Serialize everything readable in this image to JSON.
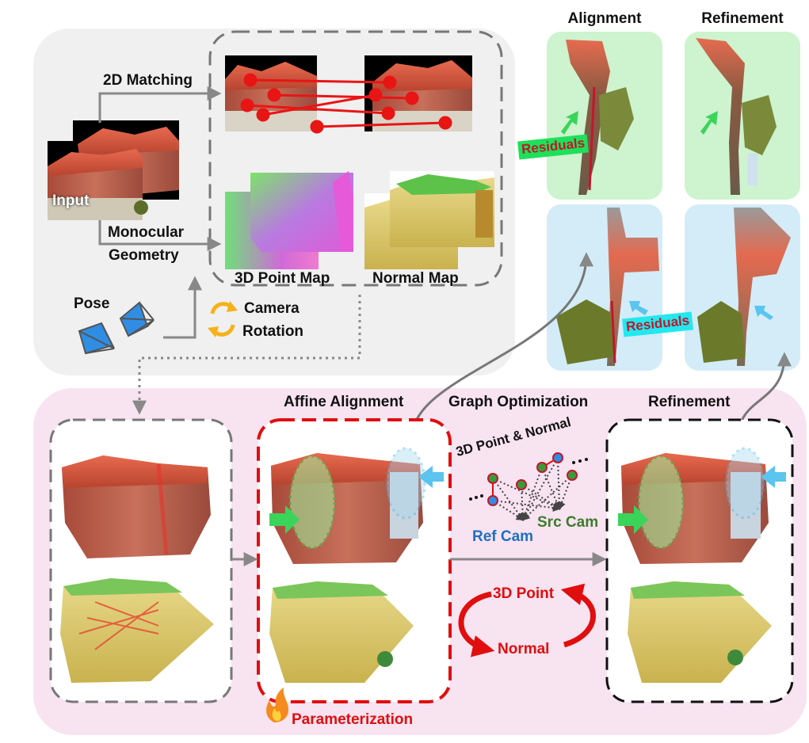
{
  "colors": {
    "gray_panel": "#f0f0f0",
    "pink_panel": "#f8e3f1",
    "green_panel": "#cdf3cf",
    "blue_panel": "#d3ecf8",
    "red_match": "#e81515",
    "red_text": "#e00e0e",
    "blue_cam": "#2f8de4",
    "ref_cam_text": "#1f6fbf",
    "src_cam_text": "#3a7d2a",
    "green_arrow": "#3bd45a",
    "blue_arrow": "#5bc4ef",
    "orange_icon": "#f6b21a"
  },
  "icons": [
    "fire-icon",
    "rotation-icon",
    "camera-frustum-icon",
    "green-arrow-icon",
    "blue-arrow-icon"
  ],
  "labels": {
    "matching_2d": "2D Matching",
    "input": "Input",
    "monocular": "Monocular",
    "geometry": "Geometry",
    "point_map": "3D Point Map",
    "normal_map": "Normal Map",
    "pose": "Pose",
    "camera": "Camera",
    "rotation": "Rotation",
    "alignment": "Alignment",
    "refinement_top": "Refinement",
    "residuals": "Residuals",
    "affine_alignment": "Affine Alignment",
    "graph_optimization": "Graph Optimization",
    "refinement_bottom": "Refinement",
    "point_normal": "3D Point & Normal",
    "ref_cam": "Ref Cam",
    "src_cam": "Src Cam",
    "cycle_point": "3D Point",
    "cycle_normal": "Normal",
    "parameterization": "Parameterization"
  }
}
